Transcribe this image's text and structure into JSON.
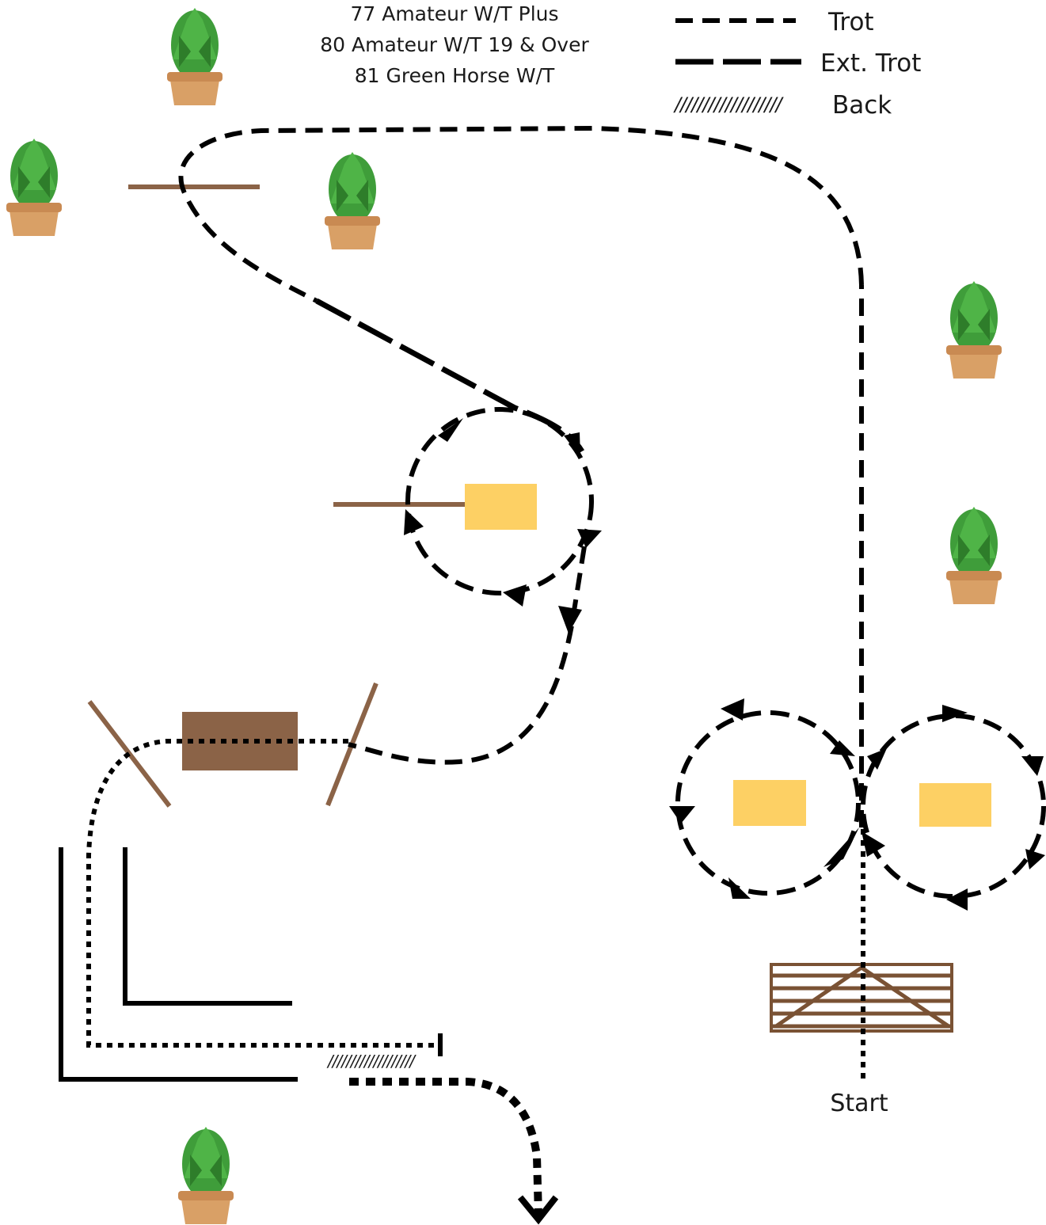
{
  "classes": [
    "77 Amateur W/T Plus",
    "80 Amateur W/T 19 & Over",
    "81 Green Horse W/T"
  ],
  "legend": {
    "trot": "Trot",
    "ext_trot": "Ext. Trot",
    "back": "Back",
    "back_mark": "///////////////////"
  },
  "start_label": "Start",
  "back_mark_course": "///////////////////",
  "colors": {
    "pole": "#8b6347",
    "box": "#8b6347",
    "cone": "#fdd064",
    "plant_leaf": "#3f9d3a",
    "pot": "#d9a066",
    "path": "#000000"
  },
  "icons": [
    "potted-plant-icon",
    "gate-icon",
    "arrowhead-icon"
  ]
}
